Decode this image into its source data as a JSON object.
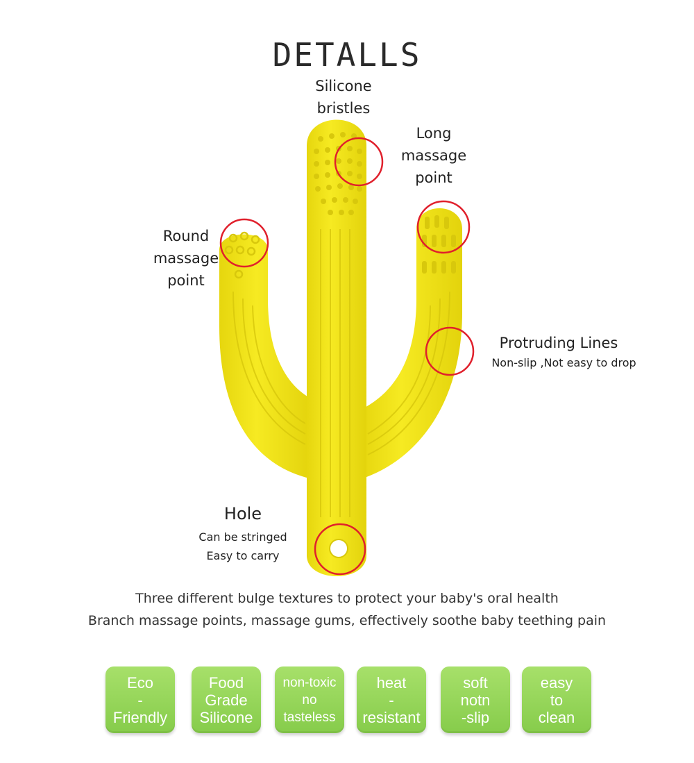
{
  "title": "DETALLS",
  "callouts": {
    "bristles": [
      "Silicone",
      "bristles"
    ],
    "long_point": [
      "Long",
      "massage",
      "point"
    ],
    "round_point": [
      "Round",
      "massage",
      "point"
    ],
    "lines_title": "Protruding Lines",
    "lines_sub": "Non-slip ,Not easy to drop",
    "hole_title": "Hole",
    "hole_sub1": "Can be stringed",
    "hole_sub2": "Easy to carry"
  },
  "taglines": [
    "Three different bulge textures to protect your baby's oral health",
    "Branch massage points, massage gums, effectively soothe baby teething pain"
  ],
  "badges": [
    [
      "Eco",
      "-",
      "Friendly"
    ],
    [
      "Food",
      "Grade",
      "Silicone"
    ],
    [
      "non-toxic",
      "no",
      "tasteless"
    ],
    [
      "heat",
      "-",
      "resistant"
    ],
    [
      "soft",
      "notn",
      "-slip"
    ],
    [
      "easy",
      "to",
      "clean"
    ]
  ],
  "colors": {
    "product": "#f2e41a",
    "product_shade": "#d9c90c",
    "circle": "#e0202c",
    "badge": "#8fd352"
  }
}
